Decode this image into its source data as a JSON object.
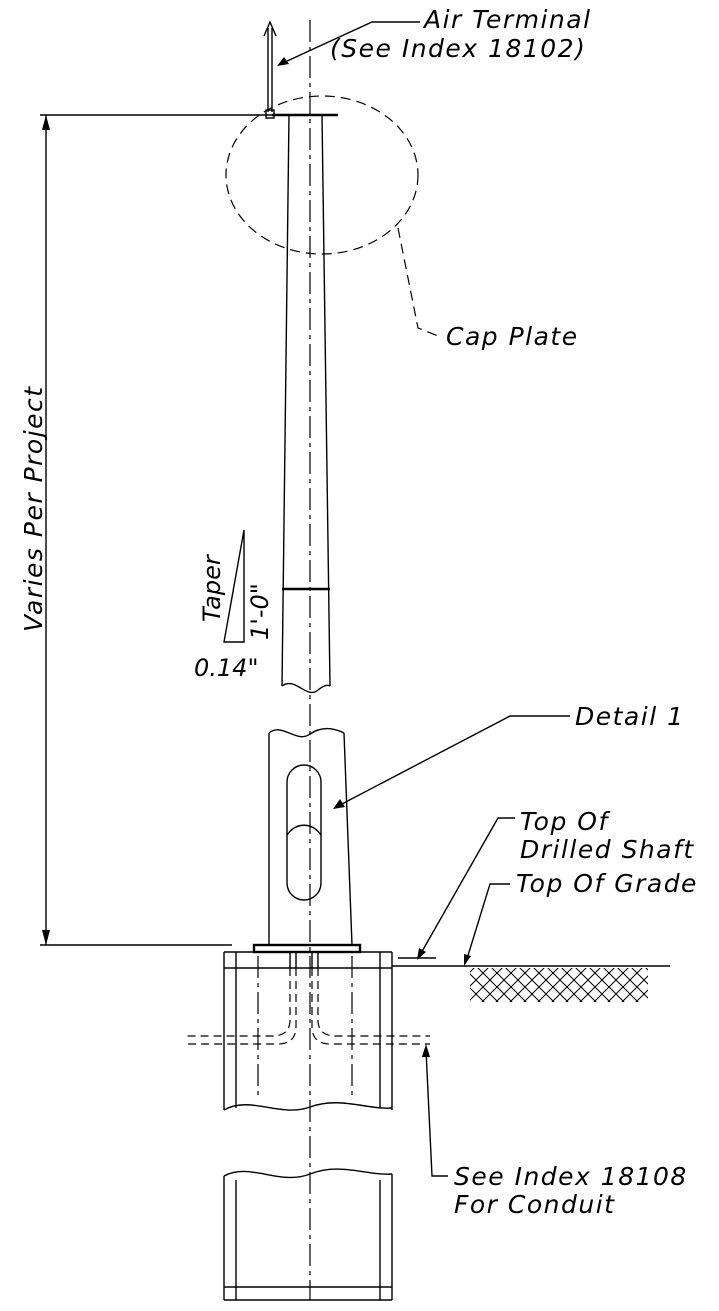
{
  "labels": {
    "air_terminal": "Air Terminal",
    "air_terminal_ref": "(See Index 18102)",
    "cap_plate": "Cap Plate",
    "dimension": "Varies Per Project",
    "taper": "Taper",
    "taper_run": "1'-0\"",
    "taper_rise": "0.14\"",
    "detail": "Detail 1",
    "top_of_shaft_1": "Top Of",
    "top_of_shaft_2": "Drilled Shaft",
    "top_of_grade": "Top Of Grade",
    "conduit_1": "See Index 18108",
    "conduit_2": "For Conduit"
  }
}
